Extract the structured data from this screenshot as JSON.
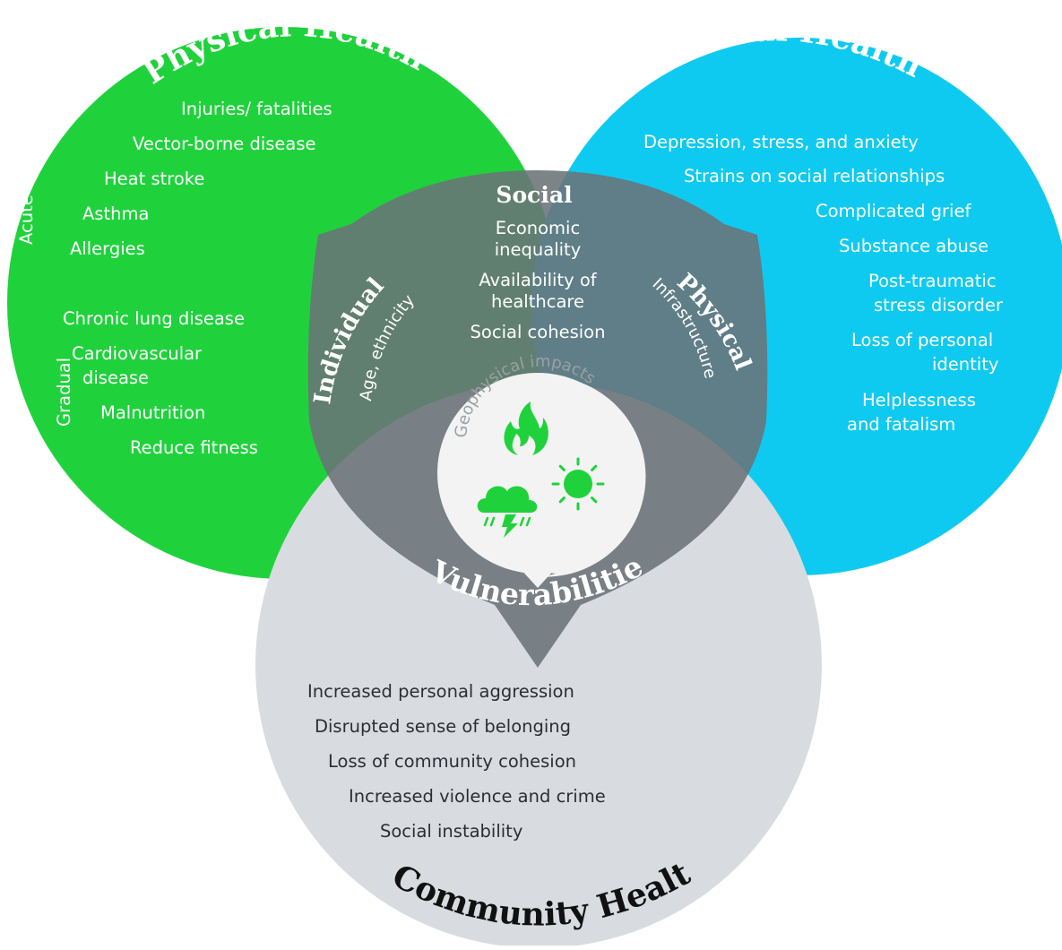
{
  "circles": {
    "physical": {
      "title": "Physical Health",
      "color": "#1fd23c"
    },
    "mental": {
      "title": "Mental Health",
      "color": "#0fcaf0"
    },
    "community": {
      "title": "Community Health",
      "color": "#d8dce0"
    }
  },
  "physical_health": {
    "acute_label": "Acute",
    "gradual_label": "Gradual",
    "acute_items": [
      "Injuries/ fatalities",
      "Vector-borne disease",
      "Heat stroke",
      "Asthma",
      "Allergies"
    ],
    "gradual_items": [
      "Chronic lung disease",
      "Cardiovascular",
      "disease",
      "Malnutrition",
      "Reduce fitness"
    ]
  },
  "mental_health": {
    "items": [
      "Depression, stress, and anxiety",
      "Strains on social relationships",
      "Complicated grief",
      "Substance abuse",
      "Post-traumatic",
      "stress disorder",
      "Loss of personal",
      "identity",
      "Helplessness",
      "and fatalism"
    ]
  },
  "community_health": {
    "items": [
      "Increased personal aggression",
      "Disrupted sense of belonging",
      "Loss of community cohesion",
      "Increased violence and crime",
      "Social instability"
    ]
  },
  "vulnerabilities": {
    "title": "Vulnerabilities",
    "color": "#6b7378",
    "social": {
      "title": "Social",
      "items": [
        "Economic",
        "inequality",
        "Availability of",
        "healthcare",
        "Social cohesion"
      ]
    },
    "individual": {
      "title": "Individual",
      "subtitle": "Age, ethnicity"
    },
    "physical": {
      "title": "Physical",
      "subtitle": "Infrastructure"
    }
  },
  "core": {
    "title": "Geophysical impacts",
    "icons": [
      "fire-icon",
      "sun-icon",
      "storm-icon"
    ],
    "icon_color": "#1fd23c"
  }
}
